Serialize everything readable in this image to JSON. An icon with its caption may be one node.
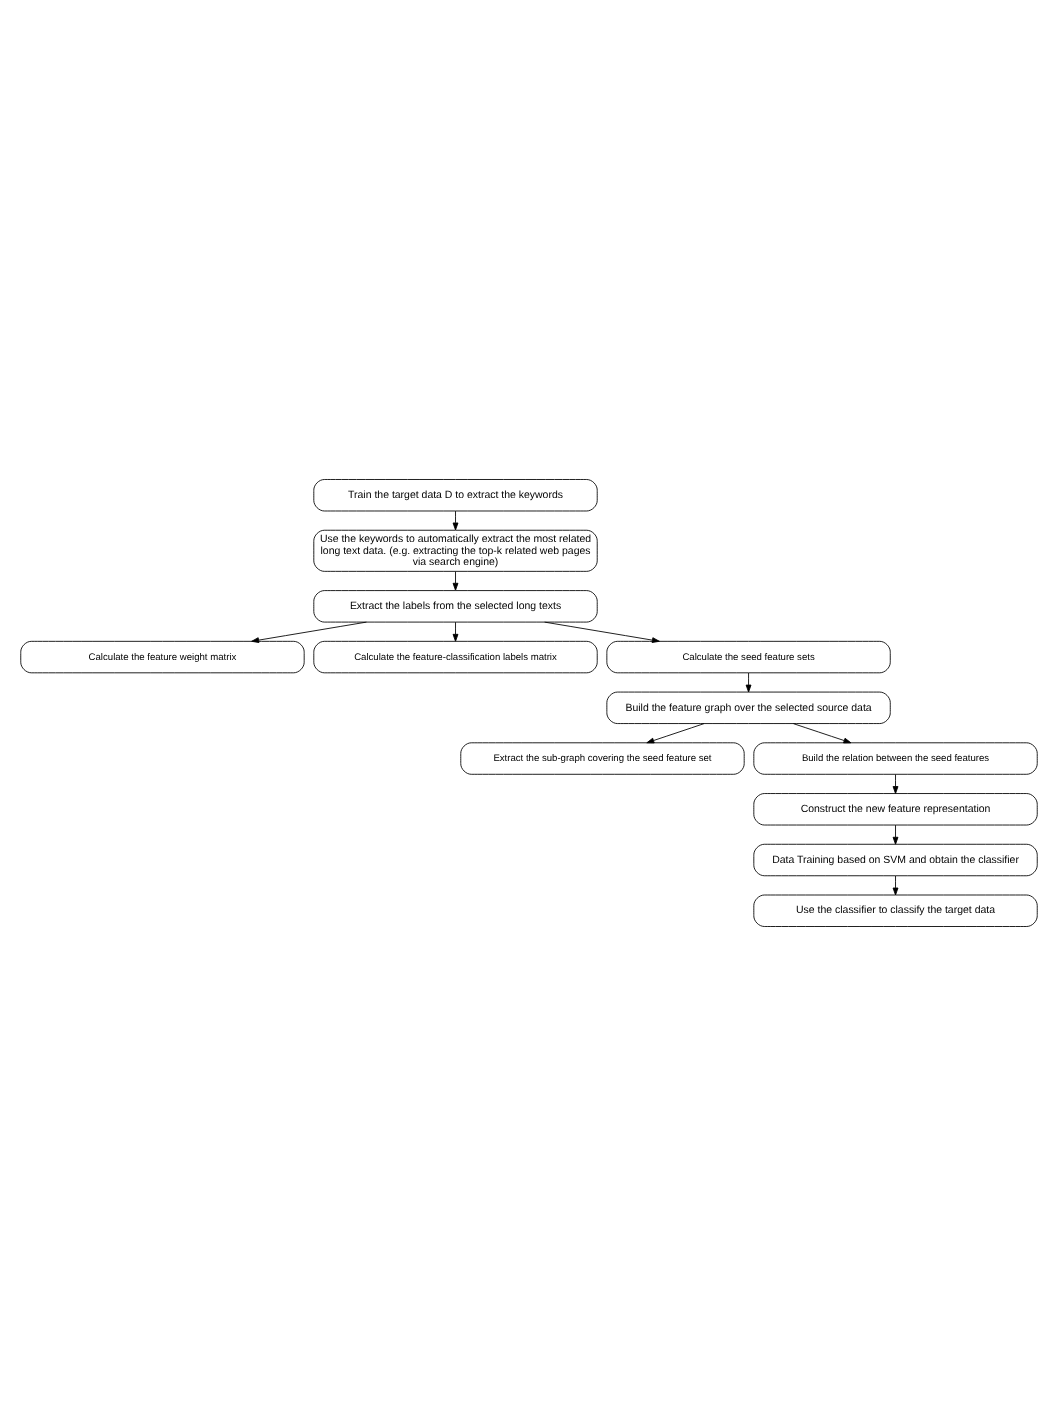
{
  "diagram": {
    "nodes": [
      {
        "text": [
          "Train the target data D to extract the keywords"
        ]
      },
      {
        "text": [
          "Use the keywords to automatically extract the most related long text data. (e.g. extracting the top-k related web pages via search engine)"
        ]
      },
      {
        "text": [
          "Extract the labels from the selected long texts"
        ]
      },
      {
        "text": [
          "Calculate the feature weight matrix"
        ]
      },
      {
        "text": [
          "Calculate the feature-classification labels matrix"
        ]
      },
      {
        "text": [
          "Calculate the seed feature sets"
        ]
      },
      {
        "text": [
          "Build the feature graph over the selected source data"
        ]
      },
      {
        "text": [
          "Extract the sub-graph covering the seed feature set"
        ]
      },
      {
        "text": [
          "Build the relation between the seed features"
        ]
      },
      {
        "text": [
          "Construct the new feature representation"
        ]
      },
      {
        "text": [
          "Data Training based on SVM and obtain the classifier"
        ]
      },
      {
        "text": [
          "Use the classifier to classify the target data"
        ]
      }
    ],
    "edges": [
      {
        "from": 0,
        "to": 1,
        "arrow": "to"
      },
      {
        "from": 1,
        "to": 2,
        "arrow": "to"
      },
      {
        "from": 2,
        "to": 3,
        "arrow": "to"
      },
      {
        "from": 2,
        "to": 4,
        "arrow": "to"
      },
      {
        "from": 2,
        "to": 5,
        "arrow": "to"
      },
      {
        "from": 5,
        "to": 6,
        "arrow": "to"
      },
      {
        "from": 6,
        "to": 7,
        "arrow": "to"
      },
      {
        "from": 6,
        "to": 8,
        "arrow": "to"
      },
      {
        "from": 8,
        "to": 9,
        "arrow": "to"
      },
      {
        "from": 9,
        "to": 10,
        "arrow": "to"
      },
      {
        "from": 10,
        "to": 11,
        "arrow": "to"
      }
    ]
  }
}
